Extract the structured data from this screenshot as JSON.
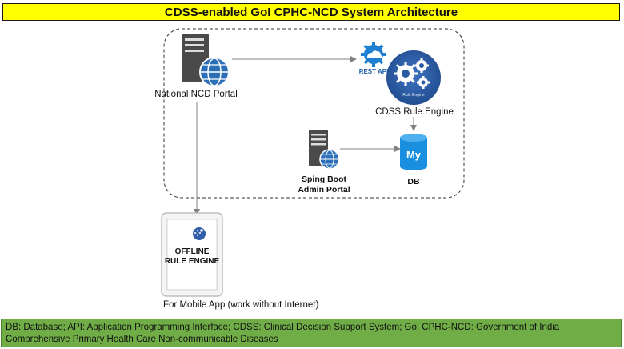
{
  "title": "CDSS-enabled GoI CPHC-NCD System Architecture",
  "nodes": {
    "national_portal": "National NCD Portal",
    "rest_api": "REST API",
    "rule_engine_badge": "Rule Engine",
    "rule_engine": "CDSS Rule Engine",
    "db_logo": "My",
    "db": "DB",
    "admin_portal_line1": "Sping Boot",
    "admin_portal_line2": "Admin Portal",
    "offline_line1": "OFFLINE",
    "offline_line2": "RULE ENGINE",
    "mobile": "For Mobile App (work without Internet)"
  },
  "footer": {
    "line1": "DB: Database; API: Application Programming Interface; CDSS: Clinical Decision Support System; GoI CPHC-NCD: Government of India",
    "line2": "Comprehensive Primary Health Care Non-communicable Diseases"
  },
  "colors": {
    "title_bg": "#ffff00",
    "footer_bg": "#70ad47",
    "gear_blue": "#2e5fa8",
    "db_blue": "#1a8fe0",
    "server_dark": "#4a4a4a",
    "globe_blue": "#2c6fb7"
  }
}
